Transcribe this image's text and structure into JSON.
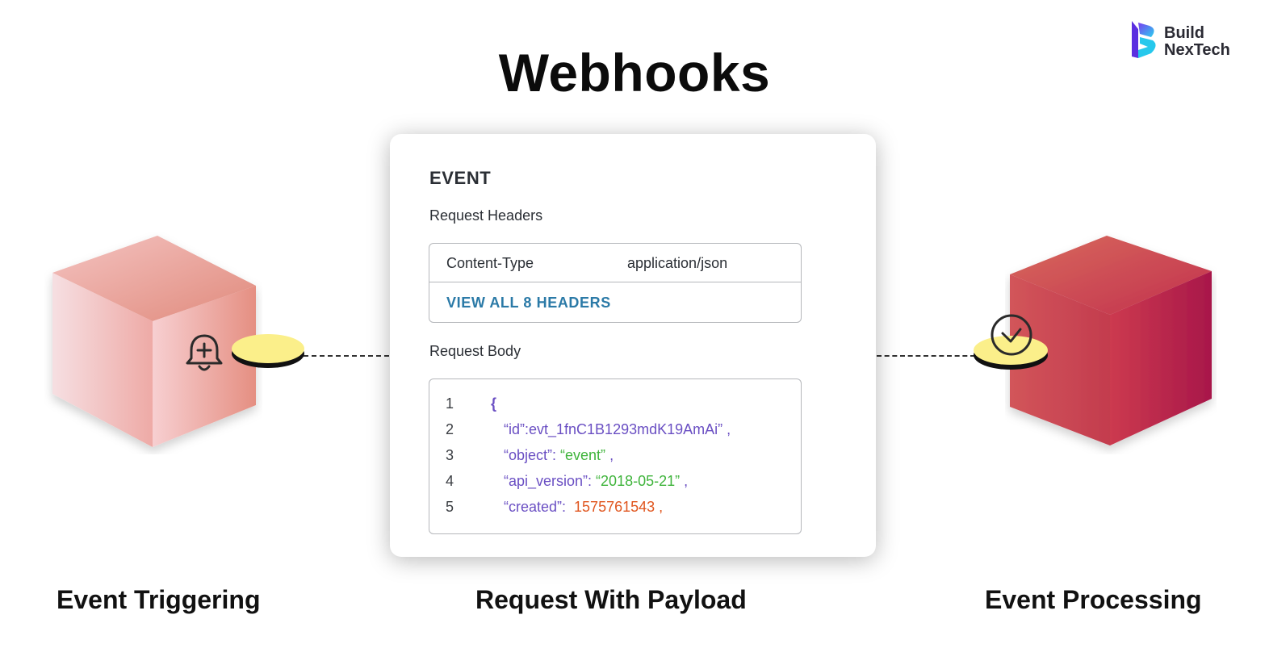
{
  "title": "Webhooks",
  "logo": {
    "line1": "Build",
    "line2": "NexTech"
  },
  "card": {
    "event_label": "EVENT",
    "request_headers_label": "Request Headers",
    "header": {
      "key": "Content-Type",
      "value": "application/json"
    },
    "view_all_link": "VIEW ALL 8 HEADERS",
    "request_body_label": "Request Body",
    "body_lines": [
      {
        "num": "1",
        "key": "{",
        "value": "",
        "comma": ""
      },
      {
        "num": "2",
        "key": "“id”:evt_1fnC1B1293mdK19AmAi”",
        "value": "",
        "comma": " ,"
      },
      {
        "num": "3",
        "key": "“object”: ",
        "value": "“event”",
        "comma": " ,"
      },
      {
        "num": "4",
        "key": "“api_version”: ",
        "value": "“2018-05-21”",
        "comma": " ,"
      },
      {
        "num": "5",
        "key": "“created”:  ",
        "value": "1575761543",
        "comma": " ,"
      }
    ]
  },
  "captions": {
    "left": "Event Triggering",
    "middle": "Request With Payload",
    "right": "Event Processing"
  },
  "colors": {
    "key": "#6a4fc3",
    "string": "#3fb43b",
    "number": "#e0561f",
    "link": "#2b7aa7",
    "disc": "#fbef8a"
  },
  "icons": {
    "left": "bell-plus-icon",
    "right": "check-circle-icon"
  }
}
